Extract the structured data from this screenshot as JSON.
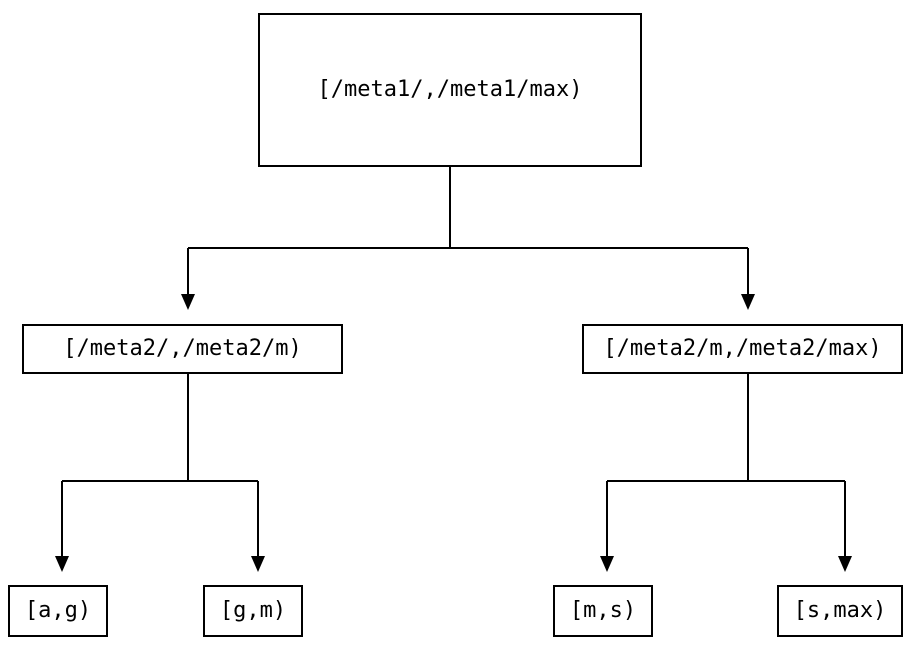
{
  "diagram": {
    "type": "tree",
    "colors": {
      "line": "#000000",
      "box_border": "#000000",
      "background": "#ffffff",
      "text": "#000000"
    },
    "nodes": {
      "root": {
        "label": "[/meta1/,/meta1/max)"
      },
      "meta2_left": {
        "label": "[/meta2/,/meta2/m)"
      },
      "meta2_right": {
        "label": "[/meta2/m,/meta2/max)"
      },
      "leaf_ag": {
        "label": "[a,g)"
      },
      "leaf_gm": {
        "label": "[g,m)"
      },
      "leaf_ms": {
        "label": "[m,s)"
      },
      "leaf_smax": {
        "label": "[s,max)"
      }
    },
    "edges": [
      {
        "from": "root",
        "to": "meta2_left"
      },
      {
        "from": "root",
        "to": "meta2_right"
      },
      {
        "from": "meta2_left",
        "to": "leaf_ag"
      },
      {
        "from": "meta2_left",
        "to": "leaf_gm"
      },
      {
        "from": "meta2_right",
        "to": "leaf_ms"
      },
      {
        "from": "meta2_right",
        "to": "leaf_smax"
      }
    ]
  }
}
